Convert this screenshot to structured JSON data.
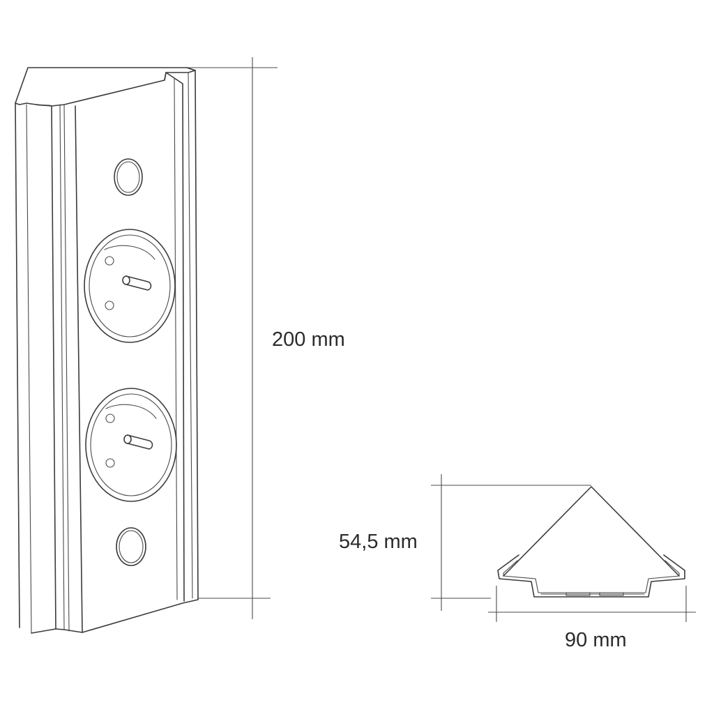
{
  "dimensions": {
    "height_label": "200 mm",
    "depth_label": "54,5 mm",
    "width_label": "90 mm"
  },
  "product": {
    "socket_count": 2,
    "cable_gland_count": 2
  },
  "colors": {
    "line": "#3a3a3a",
    "background": "#ffffff"
  }
}
